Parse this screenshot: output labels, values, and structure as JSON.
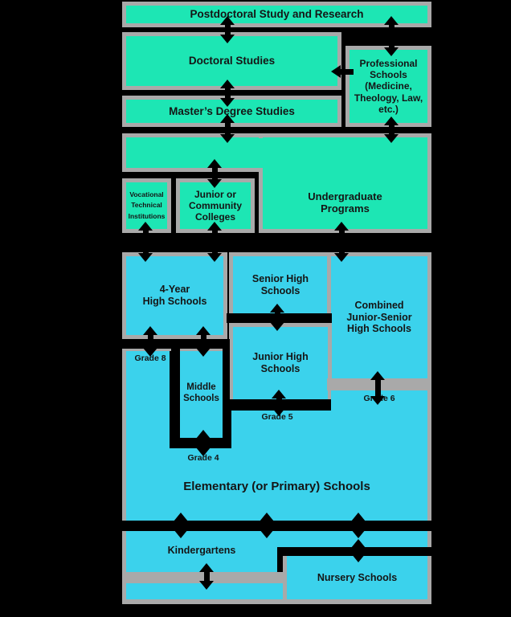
{
  "diagram": {
    "description_colors": {
      "postsecondary_box": "#1de6b4",
      "school_box": "#3bd2ec",
      "border_gray": "#a9a9a9",
      "background": "#000000",
      "connector": "#000000",
      "text": "#151515"
    },
    "boxes": {
      "postdoctoral": "Postdoctoral Study and Research",
      "doctoral": "Doctoral Studies",
      "professional": "Professional\nSchools\n(Medicine,\nTheology, Law,\netc.)",
      "masters": "Master’s Degree Studies",
      "undergraduate": "Undergraduate\nPrograms",
      "vocational": "Vocational\nTechnical\nInstitutions",
      "junior_colleges": "Junior or\nCommunity\nColleges",
      "four_year_hs": "4-Year\nHigh Schools",
      "senior_hs": "Senior High\nSchools",
      "combined_hs": "Combined\nJunior-Senior\nHigh Schools",
      "middle_schools": "Middle\nSchools",
      "junior_hs": "Junior High\nSchools",
      "elementary": "Elementary (or Primary) Schools",
      "kindergartens": "Kindergartens",
      "nursery": "Nursery Schools"
    },
    "grade_markers": {
      "grade8": "Grade 8",
      "grade4": "Grade 4",
      "grade5": "Grade 5",
      "grade6": "Grade 6"
    }
  }
}
